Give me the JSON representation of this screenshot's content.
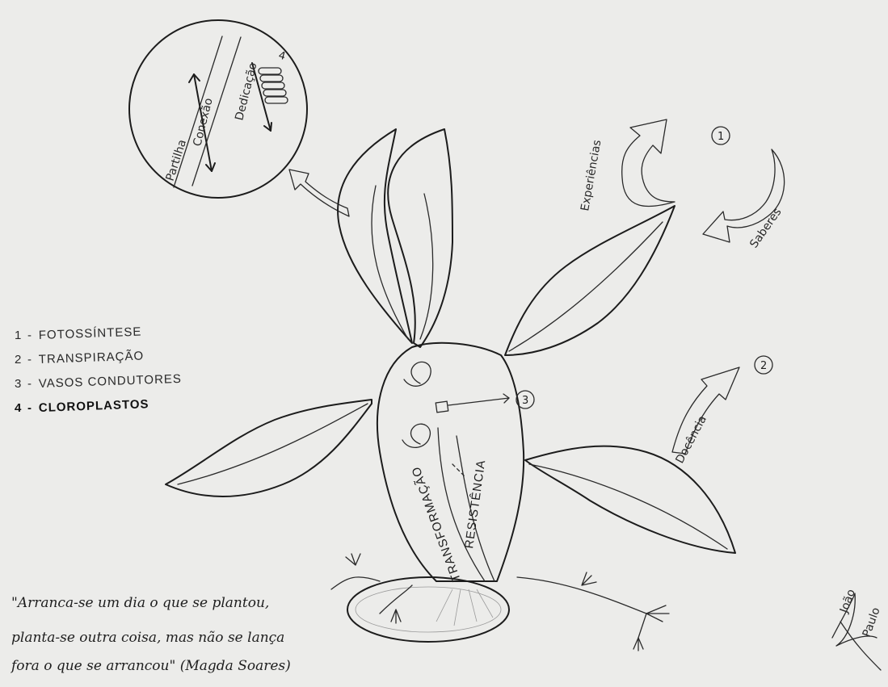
{
  "legend": [
    {
      "num": "1",
      "label": "FOTOSSÍNTESE"
    },
    {
      "num": "2",
      "label": "TRANSPIRAÇÃO"
    },
    {
      "num": "3",
      "label": "VASOS CONDUTORES"
    },
    {
      "num": "4",
      "label": "CLOROPLASTOS"
    }
  ],
  "circle_labels": {
    "partilha": "Partilha",
    "conexao": "Conexão",
    "dedicacao": "Dedicação",
    "number4": "4"
  },
  "cycle": {
    "experiencias": "Experiências",
    "saberes": "Saberes",
    "number1": "1"
  },
  "docencia": {
    "label": "Docência",
    "number2": "2"
  },
  "stem": {
    "resistencia": "RESISTÊNCIA",
    "transformacao": "TRANSFORMAÇÃO",
    "number3": "3"
  },
  "quote": {
    "line1": "\"Arranca-se um dia o que se plantou,",
    "line2": "planta-se outra coisa, mas não se lança",
    "line3": "fora o que se arrancou\" (Magda Soares)"
  },
  "signature": {
    "line1": "João",
    "line2": "Paulo"
  }
}
